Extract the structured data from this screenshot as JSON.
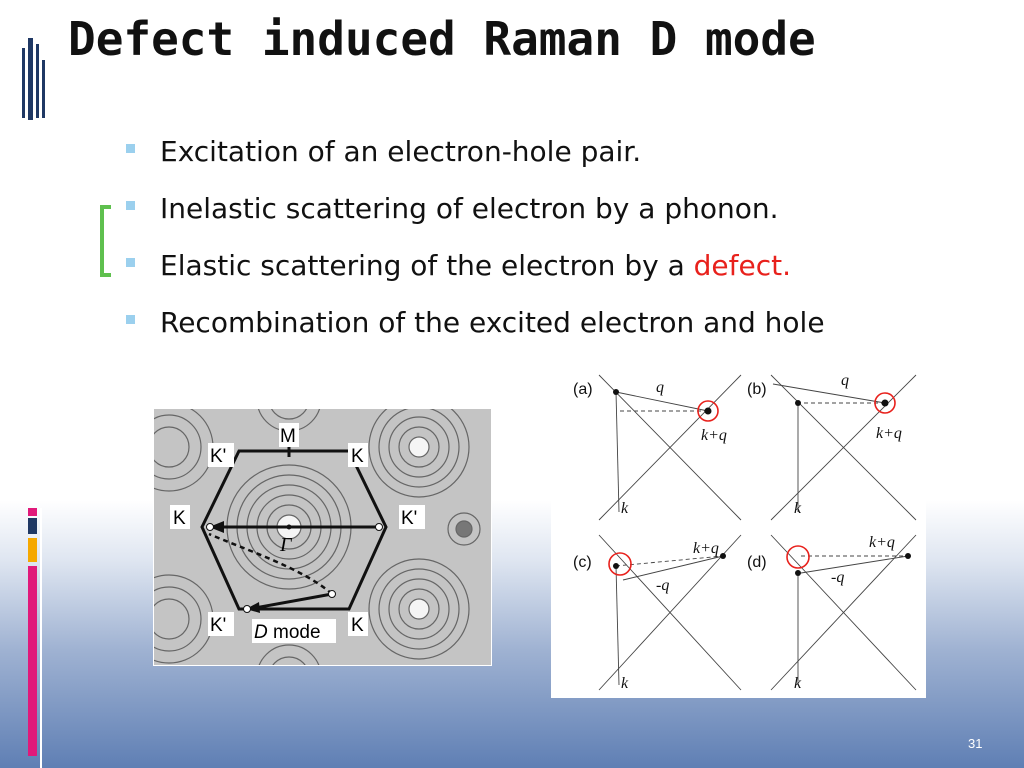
{
  "slide": {
    "title": "Defect induced Raman D mode",
    "page_number": "31",
    "bullets": [
      {
        "text": "Excitation of an electron-hole pair."
      },
      {
        "text": "Inelastic scattering of electron by a phonon."
      },
      {
        "text": "Elastic scattering of the electron by a ",
        "highlight": "defect."
      },
      {
        "text": "Recombination of the excited electron and hole"
      }
    ]
  },
  "brillouin_figure": {
    "labels": {
      "M": "M",
      "K_top_left": "K'",
      "K_top_right": "K",
      "K_left": "K",
      "K_right": "K'",
      "K_bottom_left": "K'",
      "K_bottom_right": "K",
      "gamma": "Γ",
      "caption_italic": "D",
      "caption_rest": " mode"
    }
  },
  "scattering_figure": {
    "panels": [
      {
        "tag": "(a)",
        "q_label": "q",
        "kq_label": "k+q",
        "k_label": "k"
      },
      {
        "tag": "(b)",
        "q_label": "q",
        "kq_label": "k+q",
        "k_label": "k"
      },
      {
        "tag": "(c)",
        "q_label": "-q",
        "kq_label": "k+q",
        "k_label": "k"
      },
      {
        "tag": "(d)",
        "q_label": "-q",
        "kq_label": "k+q",
        "k_label": "k"
      }
    ]
  },
  "colors": {
    "accent_green": "#5fc04e",
    "highlight_red": "#e8211c",
    "bullet": "#9bd0ee",
    "bar_magenta": "#e0197a",
    "bar_orange": "#f5a800",
    "bar_navy": "#1f3864"
  }
}
